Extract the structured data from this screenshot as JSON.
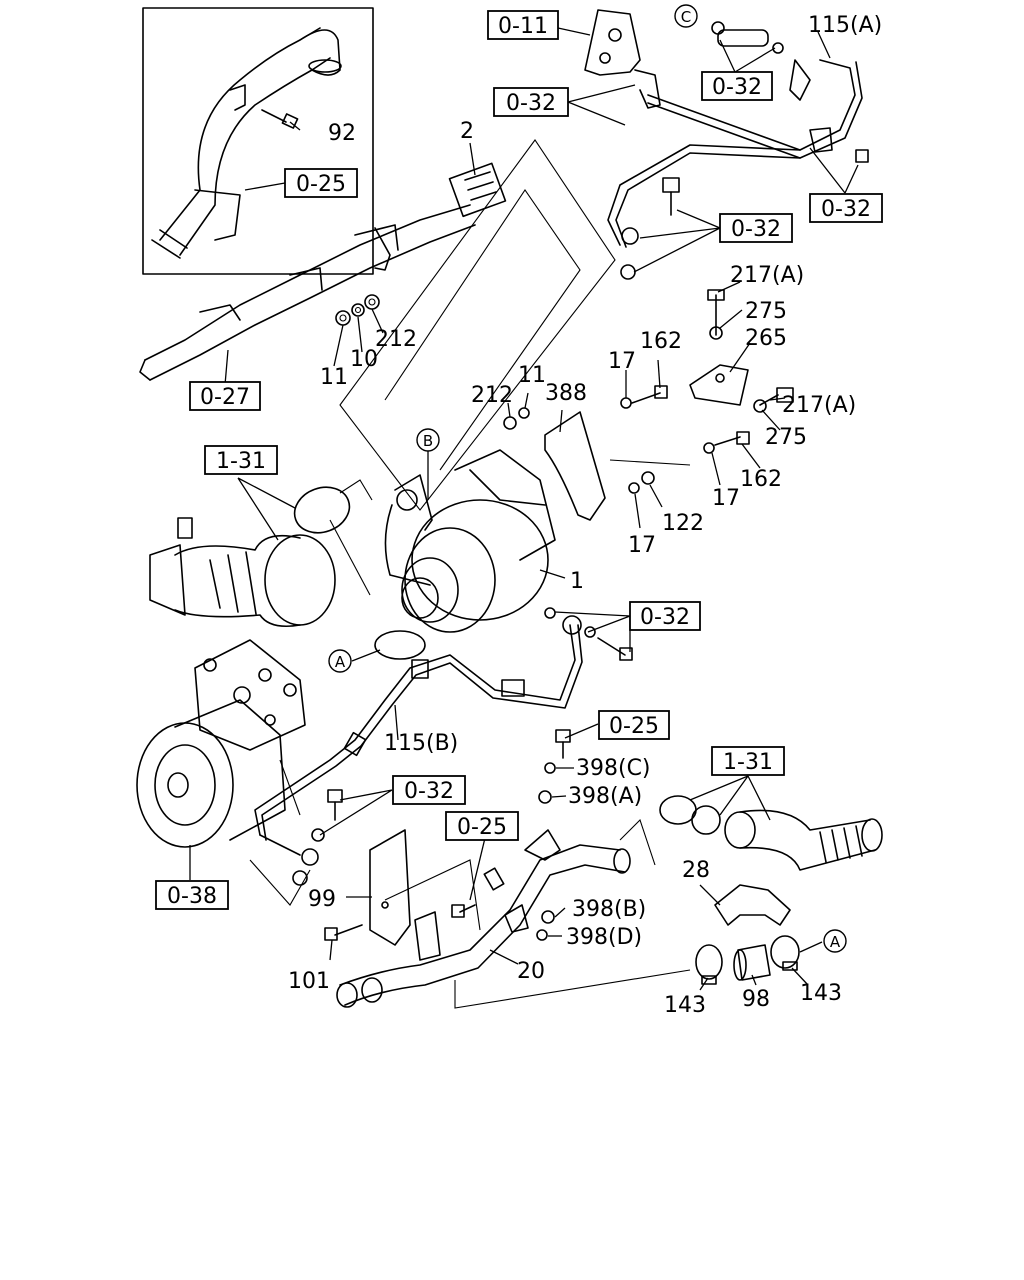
{
  "refs": {
    "r011": "0-11",
    "r032a": "0-32",
    "r032b": "0-32",
    "r032c": "0-32",
    "r032d": "0-32",
    "r032e": "0-32",
    "r032f": "0-32",
    "r025a": "0-25",
    "r025b": "0-25",
    "r025c": "0-25",
    "r027": "0-27",
    "r131a": "1-31",
    "r131b": "1-31",
    "r038": "0-38"
  },
  "parts": {
    "p115a": "115(A)",
    "p92": "92",
    "p2": "2",
    "p217a1": "217(A)",
    "p275a": "275",
    "p265": "265",
    "p217a2": "217(A)",
    "p275b": "275",
    "p11a": "11",
    "p10": "10",
    "p212a": "212",
    "p11b": "11",
    "p212b": "212",
    "p388": "388",
    "p17a": "17",
    "p162a": "162",
    "p162b": "162",
    "p17b": "17",
    "p122": "122",
    "p17c": "17",
    "p1": "1",
    "p115b": "115(B)",
    "p398c": "398(C)",
    "p398a": "398(A)",
    "p398b": "398(B)",
    "p398d": "398(D)",
    "p28": "28",
    "p99": "99",
    "p101": "101",
    "p20": "20",
    "p143a": "143",
    "p98": "98",
    "p143b": "143"
  },
  "markers": {
    "a1": "A",
    "a2": "A",
    "b1": "B",
    "c1": "C"
  }
}
